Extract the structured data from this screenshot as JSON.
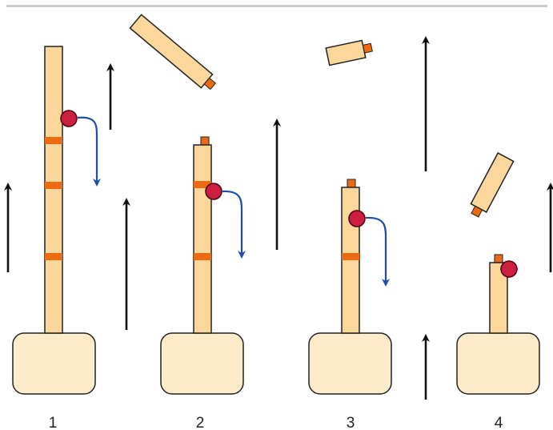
{
  "colors": {
    "top_rule": "#cccccc",
    "stem_fill": "#fcd79c",
    "stem_stroke": "#222222",
    "base_fill": "#fdebca",
    "base_stroke": "#222222",
    "band": "#ee6a12",
    "tip": "#ee6a12",
    "ball_fill": "#cc1f3f",
    "ball_stroke": "#4a0010",
    "growth_arrow": "#111111",
    "motion_arrow": "#1d4fa8"
  },
  "stages": [
    {
      "label": "1",
      "band_count": 3,
      "has_ball": true,
      "has_motion_arrow": true
    },
    {
      "label": "2",
      "band_count": 2,
      "has_ball": true,
      "has_motion_arrow": true
    },
    {
      "label": "3",
      "band_count": 1,
      "has_ball": true,
      "has_motion_arrow": true
    },
    {
      "label": "4",
      "band_count": 0,
      "has_ball": true,
      "has_motion_arrow": false
    }
  ],
  "detached_segments": 3
}
